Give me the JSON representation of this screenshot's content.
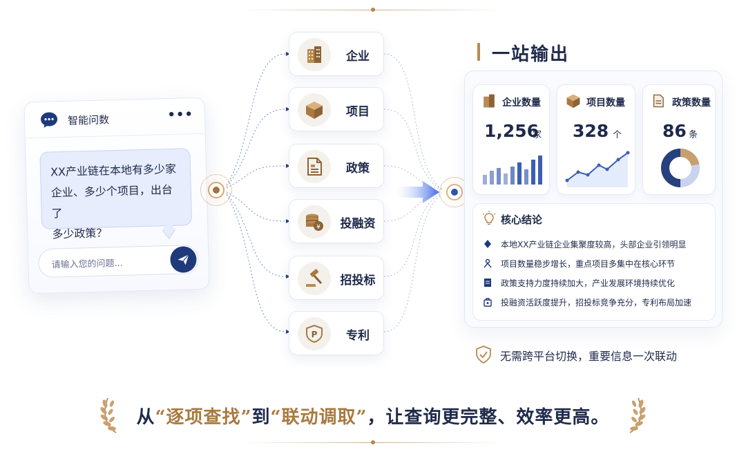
{
  "chat": {
    "title": "智能问数",
    "more_icon": "more-horizontal-icon",
    "question_lines": [
      "XX产业链在本地有多少家",
      "企业、多少个项目，出台了",
      "多少政策？"
    ],
    "input_placeholder": "请输入您的问题...",
    "send_icon": "send-icon"
  },
  "categories": [
    {
      "label": "企业",
      "icon": "building-icon"
    },
    {
      "label": "项目",
      "icon": "box-icon"
    },
    {
      "label": "政策",
      "icon": "document-icon"
    },
    {
      "label": "投融资",
      "icon": "coins-icon"
    },
    {
      "label": "招投标",
      "icon": "gavel-icon"
    },
    {
      "label": "专利",
      "icon": "patent-shield-icon"
    }
  ],
  "output": {
    "title": "一站输出",
    "stats": [
      {
        "label": "企业数量",
        "value": "1,256",
        "unit": "家",
        "icon": "building-icon",
        "chart": "bar"
      },
      {
        "label": "项目数量",
        "value": "328",
        "unit": "个",
        "icon": "box-icon",
        "chart": "line"
      },
      {
        "label": "政策数量",
        "value": "86",
        "unit": "条",
        "icon": "document-icon",
        "chart": "donut"
      }
    ],
    "conclusion_title": "核心结论",
    "conclusions": [
      {
        "text": "本地XX产业链企业集聚度较高，头部企业引领明显",
        "icon": "diamond-icon"
      },
      {
        "text": "项目数量稳步增长，重点项目多集中在核心环节",
        "icon": "person-icon"
      },
      {
        "text": "政策支持力度持续加大，产业发展环境持续优化",
        "icon": "document-icon"
      },
      {
        "text": "投融资活跃度提升，招投标竞争充分，专利布局加速",
        "icon": "bag-icon"
      }
    ]
  },
  "footnote": "无需跨平台切换，重要信息一次联动",
  "slogan": {
    "part1": "从",
    "hl1": "“逐项查找”",
    "part2": "到",
    "hl2": "“联动调取”",
    "part3": "，让查询更完整、效率更高。"
  },
  "colors": {
    "navy": "#1f2a4a",
    "gold": "#b98a52",
    "accent_blue": "#2f56b0"
  }
}
